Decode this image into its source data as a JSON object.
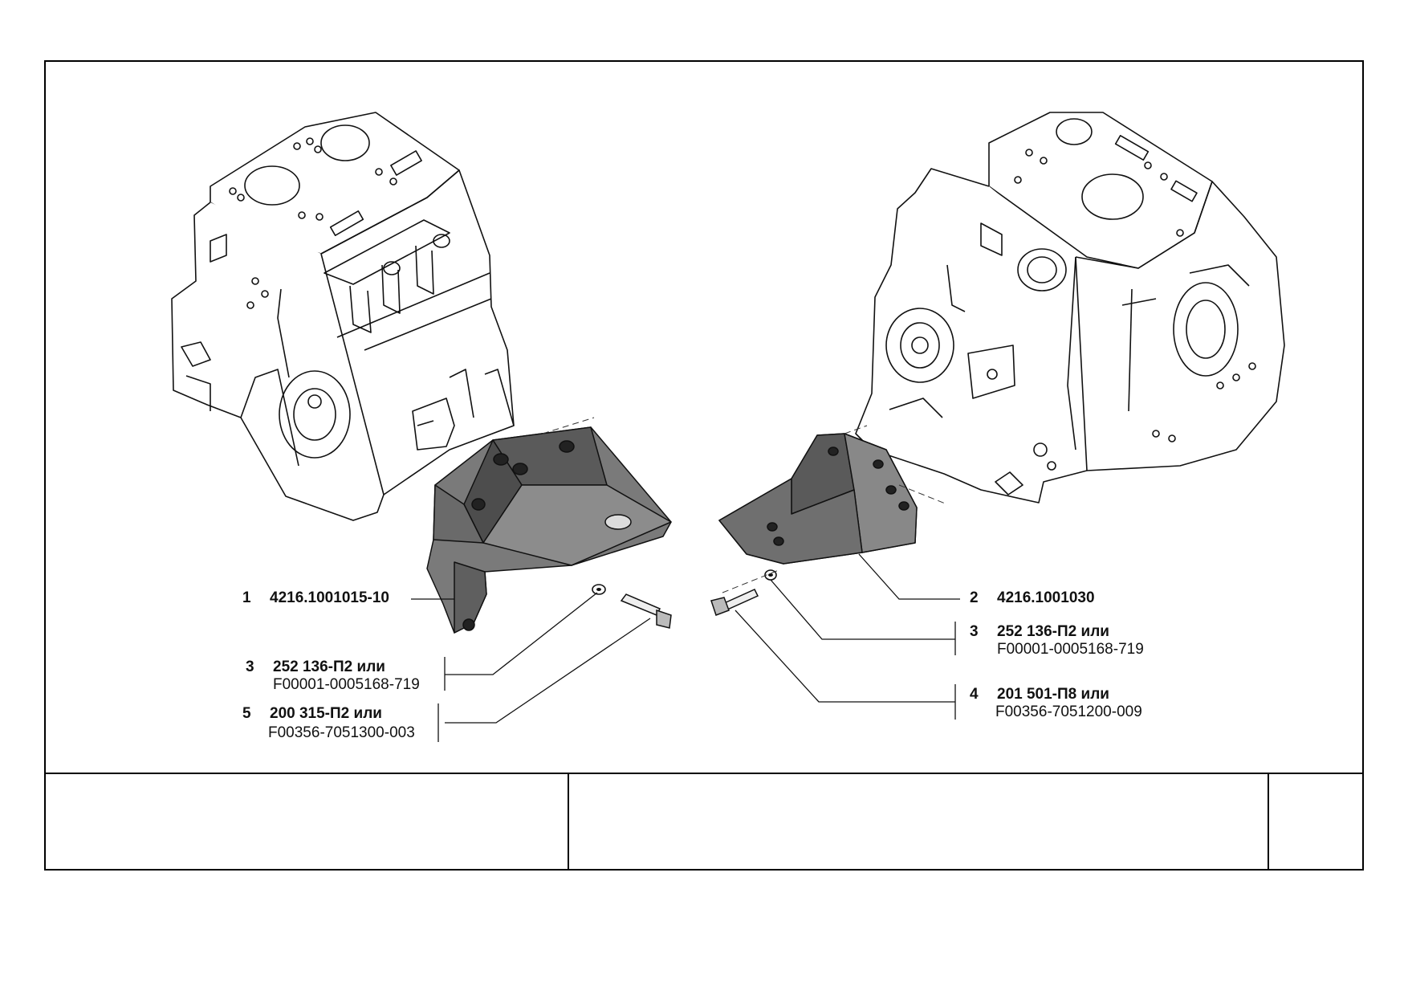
{
  "callouts": {
    "left": [
      {
        "num": "1",
        "code": "4216.1001015-10",
        "alt": ""
      },
      {
        "num": "3",
        "code": "252 136-П2 или",
        "alt": "F00001-0005168-719"
      },
      {
        "num": "5",
        "code": "200 315-П2 или",
        "alt": "F00356-7051300-003"
      }
    ],
    "right": [
      {
        "num": "2",
        "code": "4216.1001030",
        "alt": ""
      },
      {
        "num": "3",
        "code": "252 136-П2 или",
        "alt": "F00001-0005168-719"
      },
      {
        "num": "4",
        "code": "201 501-П8 или",
        "alt": "F00356-7051200-009"
      }
    ]
  },
  "title_block": {
    "cell_left": "",
    "cell_middle": "",
    "cell_right": ""
  }
}
